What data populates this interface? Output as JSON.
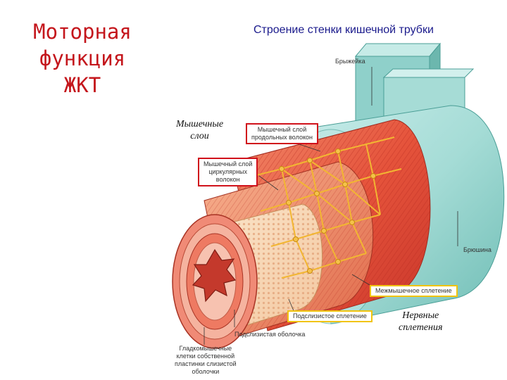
{
  "slide_title": [
    "Моторная",
    "функция",
    "ЖКТ"
  ],
  "diagram_title": "Строение стенки кишечной трубки",
  "labels": {
    "mesentery": "Брыжейка",
    "serosa": "Брюшина",
    "longitudinal_muscle": [
      "Мышечный слой",
      "продольных волокон"
    ],
    "circular_muscle": [
      "Мышечный слой",
      "циркулярных",
      "волокон"
    ],
    "myenteric_plexus": "Межмышечное сплетение",
    "submucosal_plexus": "Подслизистое сплетение",
    "submucosa": "Подслизистая оболочка",
    "smooth_muscle_cells": [
      "Гладкомышечные",
      "клетки собственной",
      "пластинки слизистой",
      "оболочки"
    ]
  },
  "annotations": {
    "muscle_layers": [
      "Мышечные",
      "слои"
    ],
    "nerve_plexuses": [
      "Нервные",
      "сплетения"
    ]
  },
  "colors": {
    "title_red": "#c4161c",
    "title_blue": "#1a1a8c",
    "box_red": "#d0121b",
    "box_yellow": "#f1c40f",
    "serosa_teal": "#9fd9d3",
    "muscle_red": "#e8503a",
    "nerve_yellow": "#f2b632"
  }
}
